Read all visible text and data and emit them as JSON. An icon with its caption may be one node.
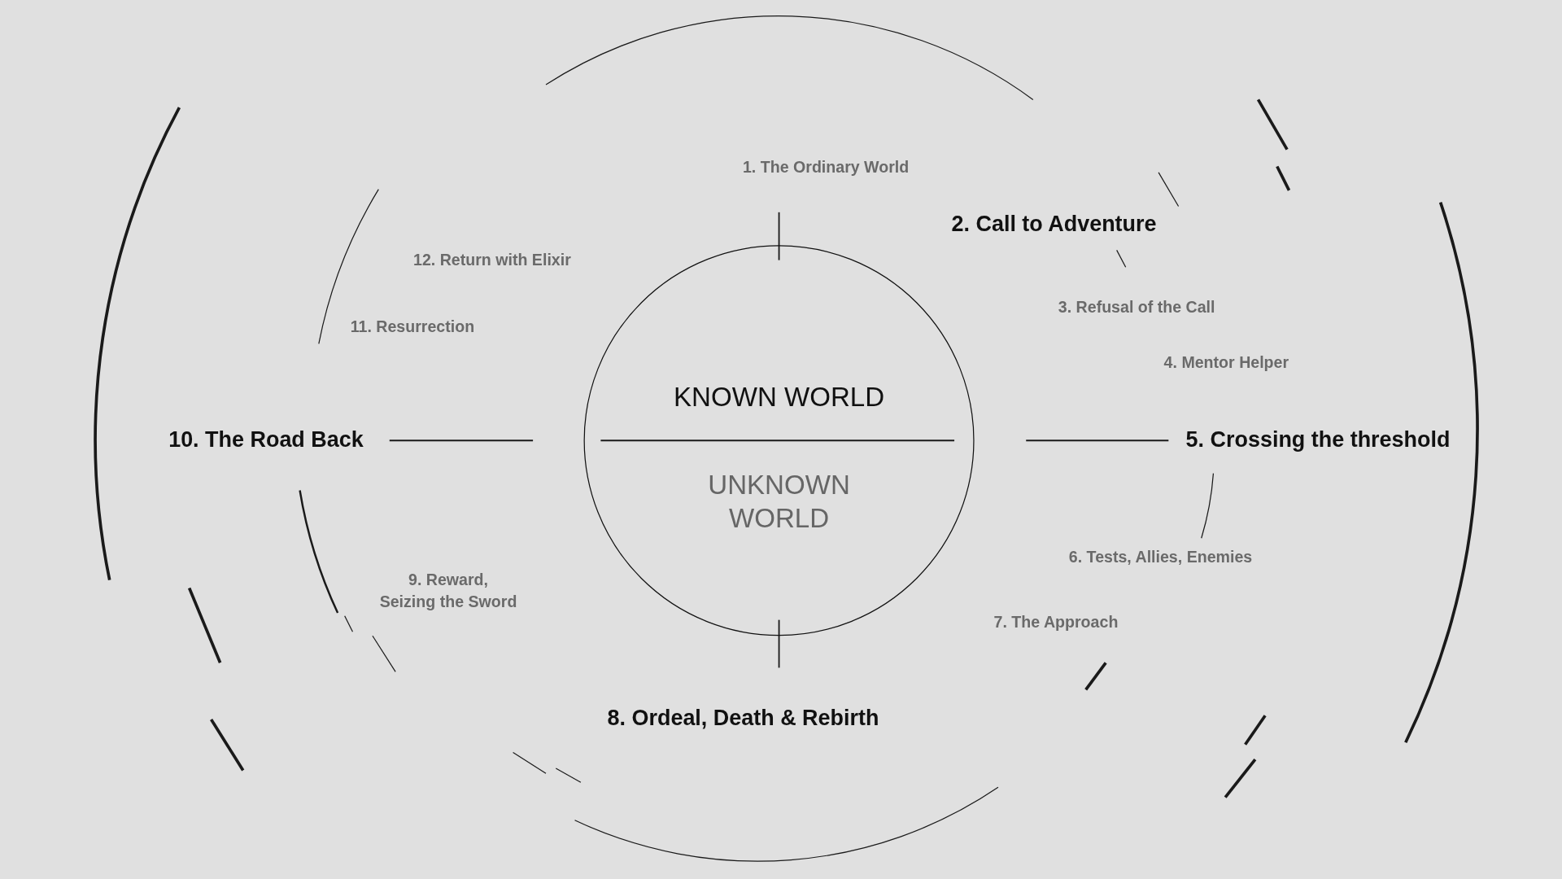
{
  "diagram": {
    "nodes": [
      {
        "text": [
          "KNOWN WORLD",
          "UNKNOWN WORLD"
        ]
      }
    ],
    "edges": [],
    "labels": [
      "1. The Ordinary World",
      "2. Call to Adventure",
      "12. Return with Elixir",
      "3. Refusal of the Call",
      "11. Resurrection",
      "4. Mentor Helper",
      "10. The Road Back",
      "5. Crossing the threshold",
      "6. Tests, Allies, Enemies",
      "9. Reward, Seizing the Sword",
      "7. The Approach",
      "8. Ordeal, Death & Rebirth"
    ]
  }
}
